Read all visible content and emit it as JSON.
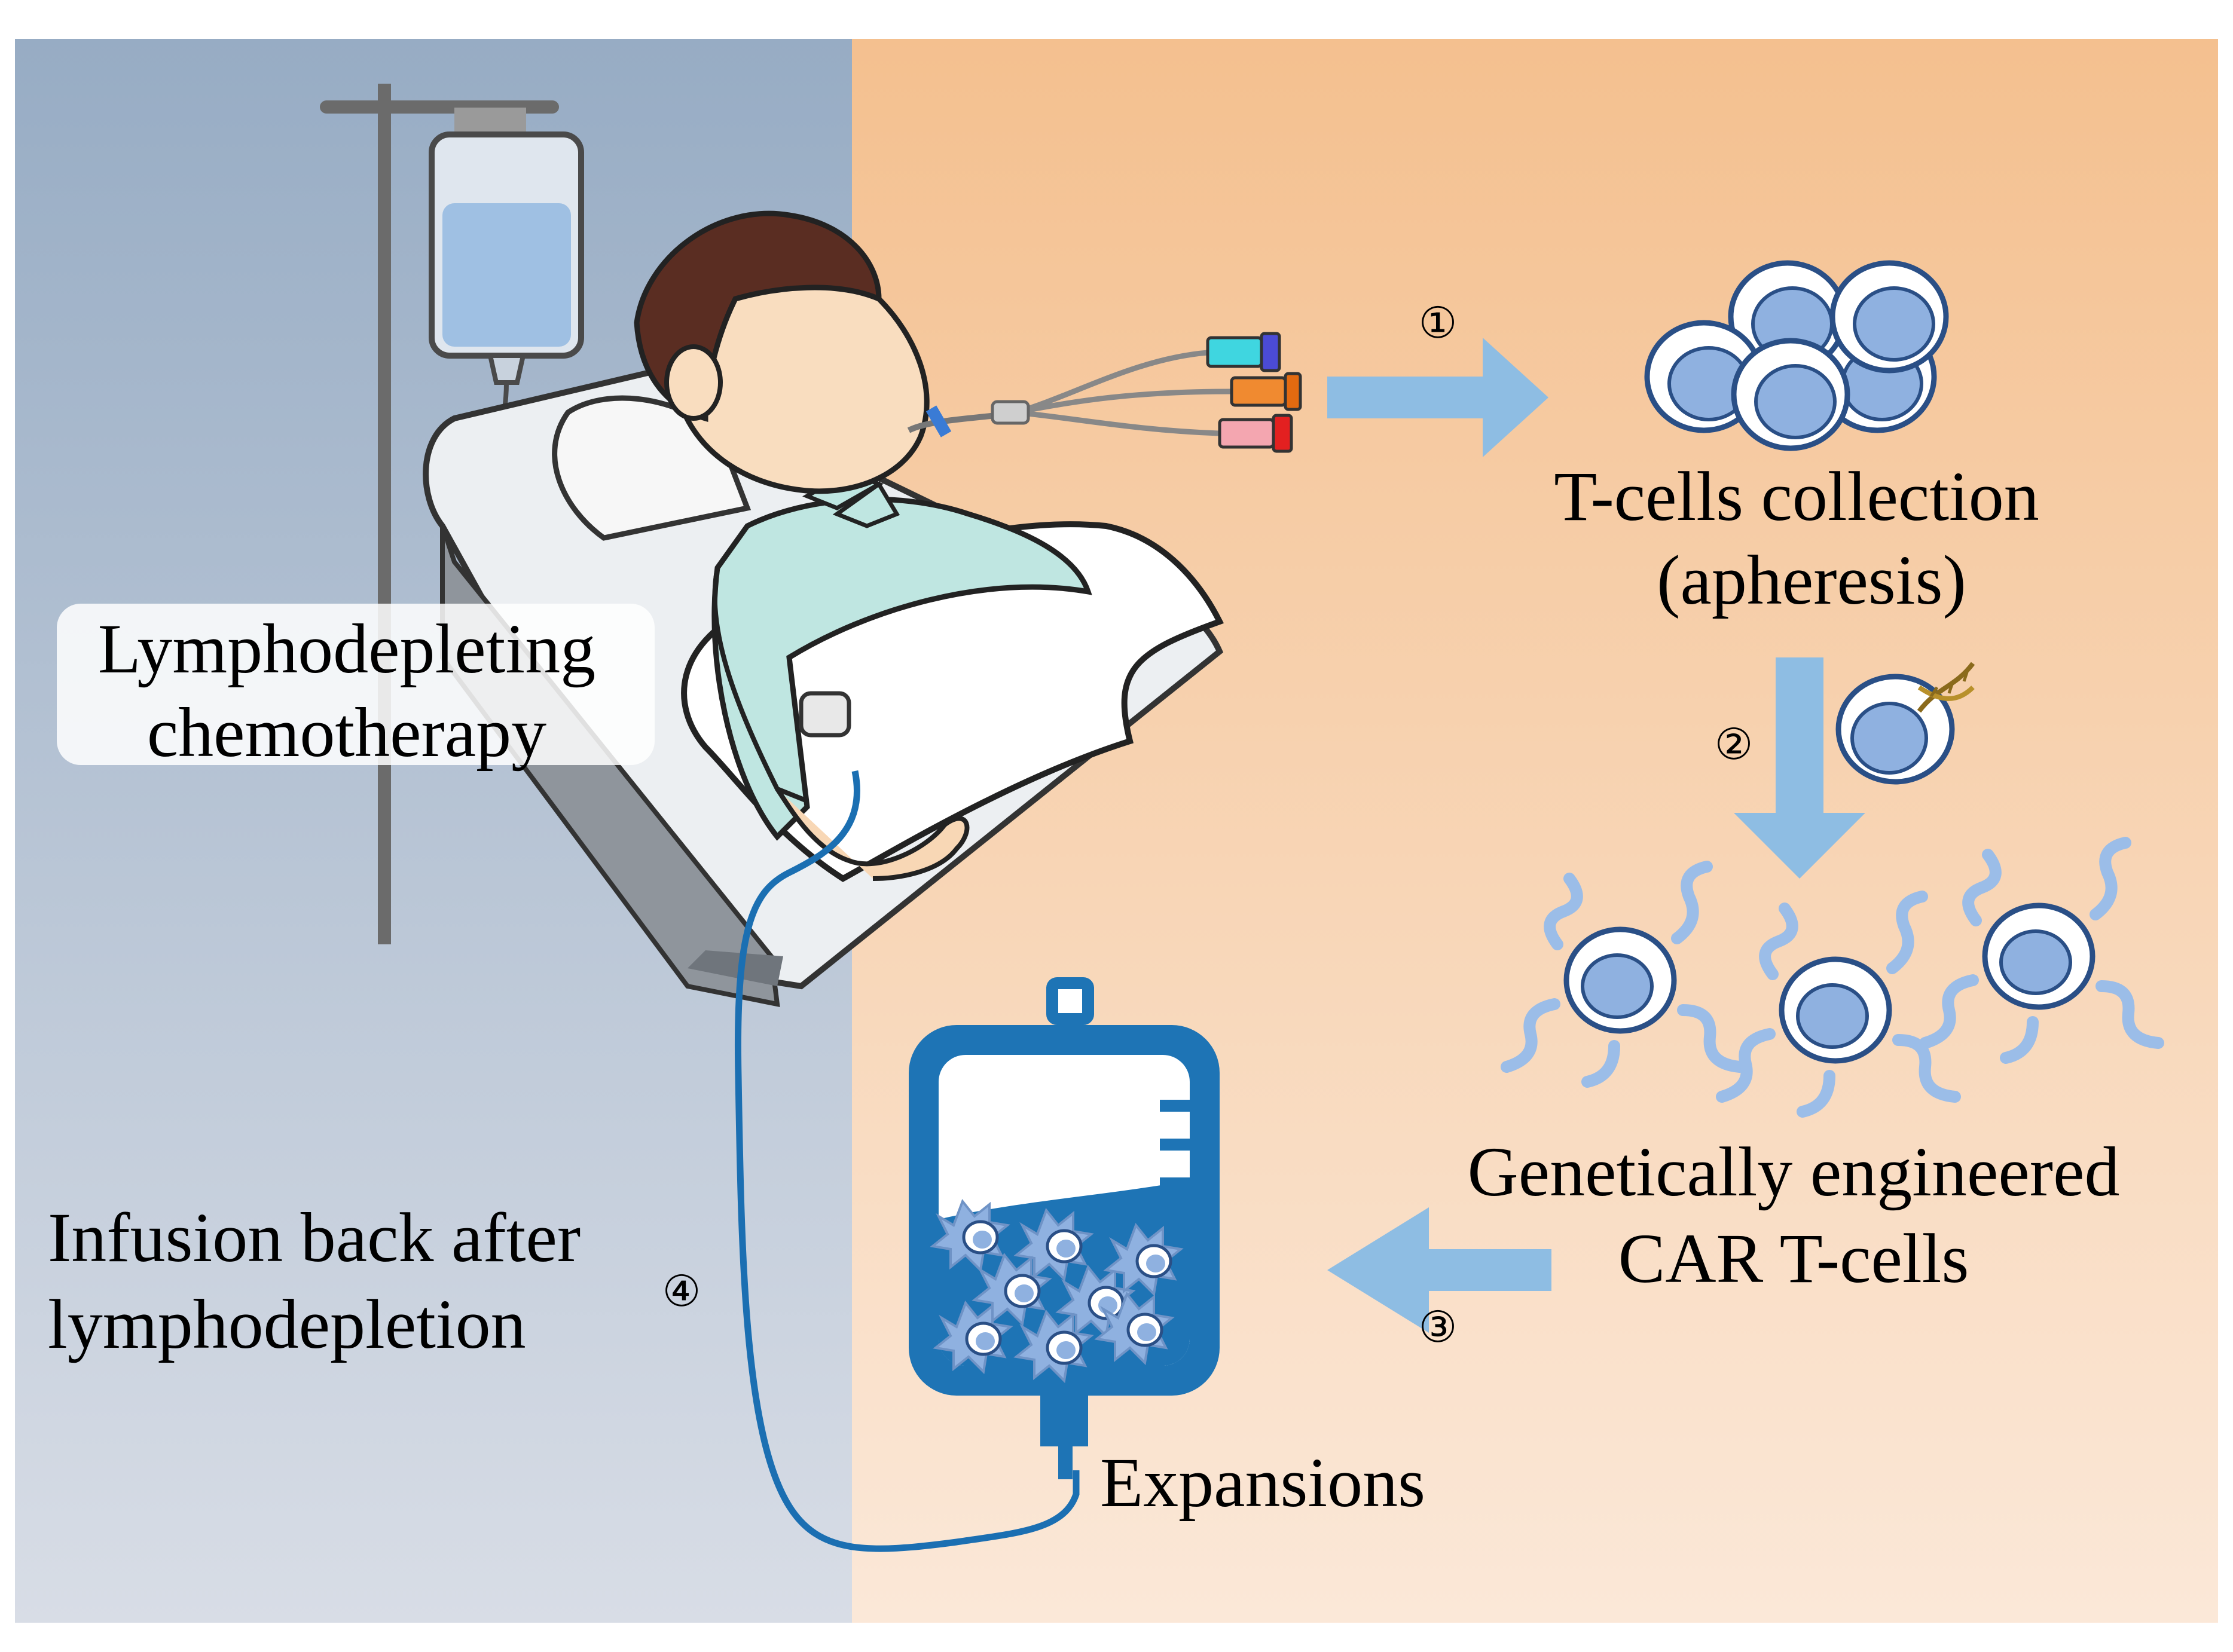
{
  "colors": {
    "left_panel_top": "#97acc4",
    "left_panel_bottom": "#d8dde6",
    "right_panel_top": "#f4c08f",
    "right_panel_bottom": "#fbe8d8",
    "arrow": "#8ebde3",
    "tube": "#1b6fb2",
    "bag": "#1e74b5",
    "cell_outline": "#2a4f86",
    "cell_nucleus": "#8fb1e0",
    "car_tail": "#9bbde8"
  },
  "labels": {
    "lymphodepleting_line1": "Lymphodepleting",
    "lymphodepleting_line2": "chemotherapy",
    "tcells_line1": "T-cells collection",
    "tcells_line2": "(apheresis)",
    "engineered_line1": "Genetically engineered",
    "engineered_line2": "CAR T-cells",
    "infusion_line1": "Infusion back after",
    "infusion_line2": "lymphodepletion",
    "expansions": "Expansions"
  },
  "steps": {
    "step1": "①",
    "step2": "②",
    "step3": "③",
    "step4": "④"
  }
}
